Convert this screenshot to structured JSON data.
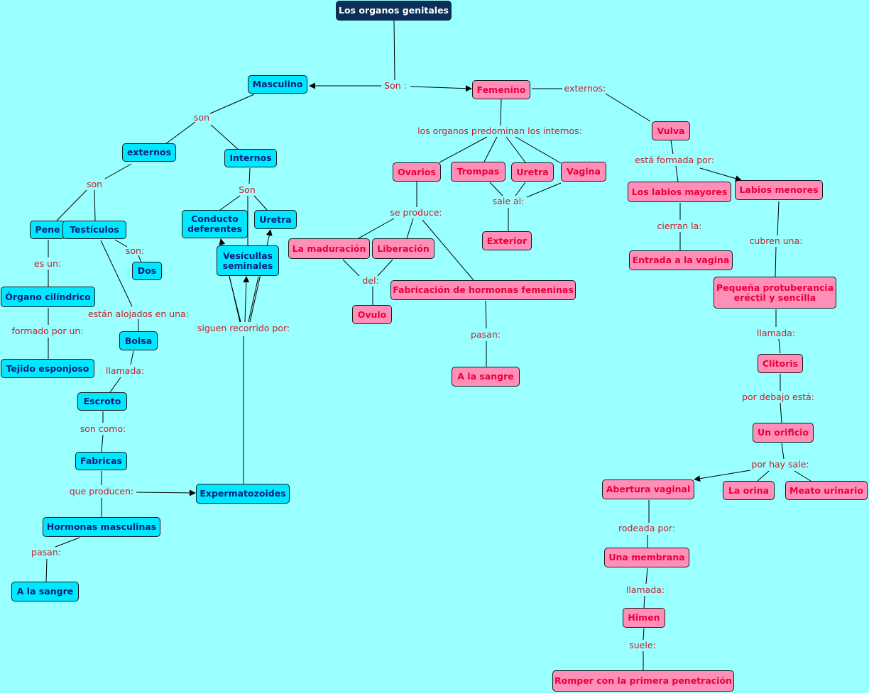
{
  "title": "Los organos genitales",
  "masculino": {
    "main": "Masculino",
    "externos": "externos",
    "internos": "Internos",
    "pene": "Pene",
    "testiculos": "Testículos",
    "dos": "Dos",
    "organo_cilindrico": "Órgano cilíndrico",
    "tejido_esponjoso": "Tejido esponjoso",
    "bolsa": "Bolsa",
    "escroto": "Escroto",
    "fabricas": "Fabricas",
    "hormonas_masculinas": "Hormonas masculinas",
    "a_la_sangre": "A la sangre",
    "conducto_deferentes": "Conducto deferentes",
    "uretra": "Uretra",
    "vesiculas_seminales": "Vesícullas seminales",
    "expermatozoides": "Expermatozoides"
  },
  "femenino": {
    "main": "Femenino",
    "vulva": "Vulva",
    "ovarios": "Ovarios",
    "trompas": "Trompas",
    "uretra": "Uretra",
    "vagina": "Vagina",
    "exterior": "Exterior",
    "la_maduracion": "La maduración",
    "liberacion": "Liberación",
    "ovulo": "Ovulo",
    "fabricacion_hormonas": "Fabricación de hormonas femeninas",
    "a_la_sangre": "A la sangre",
    "labios_mayores": "Los labios mayores",
    "labios_menores": "Labios menores",
    "entrada_vagina": "Entrada a la vagina",
    "protuberancia": "Pequeña protuberancia eréctil y sencilla",
    "clitoris": "Clitoris",
    "un_orificio": "Un orificio",
    "abertura_vaginal": "Abertura vaginal",
    "la_orina": "La orina",
    "meato_urinario": "Meato urinario",
    "una_membrana": "Una membrana",
    "himen": "Himen",
    "romper": "Romper con la primera penetración"
  },
  "links": {
    "son_main": "Son :",
    "m_son": "son",
    "m_ext_son": "son",
    "m_int_son": "Son",
    "es_un": "es un:",
    "son_dos": "son:",
    "formado_por": "formado por un:",
    "estan_alojados": "están alojados en una:",
    "llamada_m": "llamada:",
    "son_como": "son como:",
    "que_producen": "que producen:",
    "pasan_m": "pasan:",
    "siguen_recorrido": "siguen recorrido por:",
    "externos_f": "externos:",
    "predominan": "los organos predominan los internos:",
    "se_produce": "se produce:",
    "sale_al": "sale al:",
    "del": "del:",
    "pasan_f": "pasan:",
    "formada_por": "está formada por:",
    "cierran_la": "cierran la:",
    "cubren_una": "cubren una:",
    "llamada_f1": "llamada:",
    "por_debajo": "por debajo está:",
    "por_hay_sale": "por hay sale:",
    "rodeada_por": "rodeada por:",
    "llamada_f2": "llamada:",
    "suele": "suele:"
  }
}
